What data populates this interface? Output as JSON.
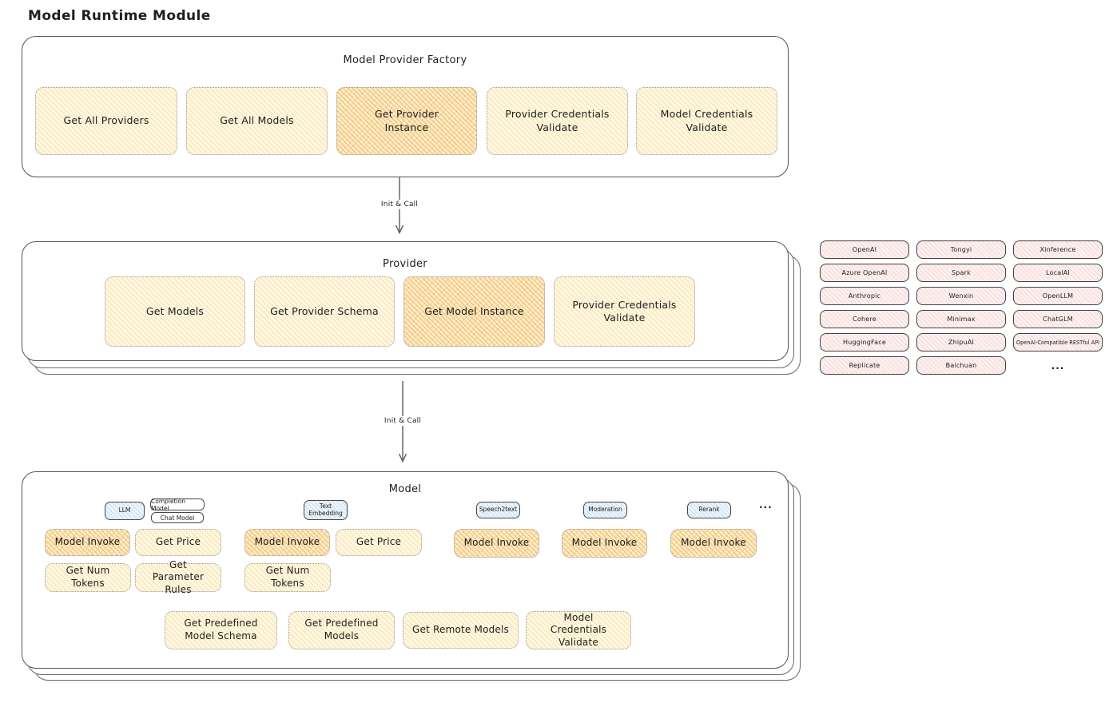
{
  "diagram": {
    "title": "Model Runtime Module"
  },
  "factory": {
    "title": "Model Provider Factory",
    "nodes": [
      "Get All Providers",
      "Get All Models",
      "Get Provider Instance",
      "Provider Credentials Validate",
      "Model Credentials Validate"
    ]
  },
  "connectors": {
    "top_label": "Init & Call",
    "bottom_label": "Init & Call"
  },
  "provider": {
    "title": "Provider",
    "nodes": [
      "Get Models",
      "Get Provider Schema",
      "Get Model Instance",
      "Provider Credentials Validate"
    ]
  },
  "providers": {
    "items": [
      "OpenAI",
      "Tongyi",
      "Xinference",
      "Azure OpenAI",
      "Spark",
      "LocalAI",
      "Anthropic",
      "Wenxin",
      "OpenLLM",
      "Cohere",
      "Minimax",
      "ChatGLM",
      "HuggingFace",
      "ZhipuAI",
      "OpenAI-Compatible RESTful API",
      "Replicate",
      "Baichuan"
    ],
    "more": "..."
  },
  "model": {
    "title": "Model",
    "type_tags": {
      "llm": "LLM",
      "completion_model": "Completion Model",
      "chat_model": "Chat Model",
      "text_embedding": "Text Embedding",
      "speech2text": "Speech2text",
      "moderation": "Moderation",
      "rerank": "Rerank"
    },
    "ops": {
      "model_invoke": "Model Invoke",
      "get_price": "Get Price",
      "get_num_tokens": "Get Num Tokens",
      "get_parameter_rules": "Get Parameter Rules"
    },
    "bottom_ops": [
      "Get Predefined Model Schema",
      "Get Predefined Models",
      "Get Remote Models",
      "Model Credentials Validate"
    ],
    "more": "..."
  },
  "colors": {
    "highlight_fill": "#f6c66f",
    "yellow_fill": "#fdf3d3",
    "pink_fill": "#fbe9e9",
    "blue_fill": "#e8f3fa",
    "frame_border": "#4f4f4f"
  }
}
